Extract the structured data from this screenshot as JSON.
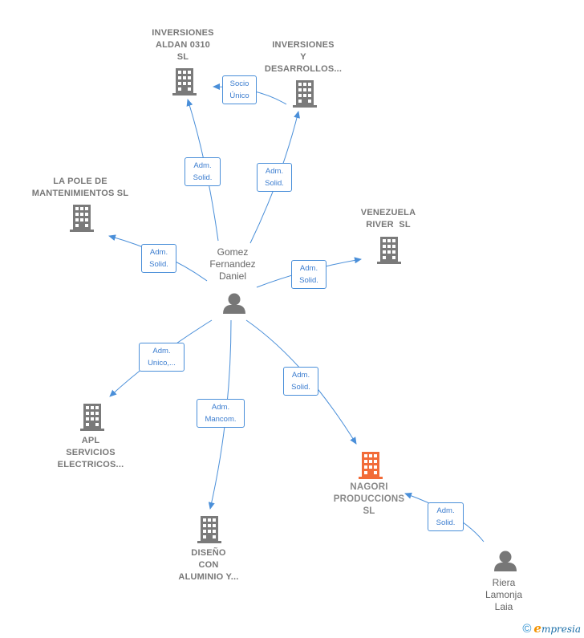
{
  "colors": {
    "edge": "#4a8fd9",
    "building": "#7a7a7a",
    "building_highlight": "#f26b38",
    "person": "#777777"
  },
  "nodes": {
    "aldan": {
      "lines": [
        "INVERSIONES",
        "ALDAN 0310",
        "SL"
      ],
      "icon": "building-icon"
    },
    "desarrollos": {
      "lines": [
        "INVERSIONES",
        "Y",
        "DESARROLLOS..."
      ],
      "icon": "building-icon"
    },
    "la_pole": {
      "lines": [
        "LA POLE DE",
        "MANTENIMIENTOS SL"
      ],
      "icon": "building-icon"
    },
    "venezuela": {
      "lines": [
        "VENEZUELA",
        "RIVER  SL"
      ],
      "icon": "building-icon"
    },
    "apl": {
      "lines": [
        "APL",
        "SERVICIOS",
        "ELECTRICOS..."
      ],
      "icon": "building-icon"
    },
    "diseno": {
      "lines": [
        "DISEÑO",
        "CON",
        "ALUMINIO Y..."
      ],
      "icon": "building-icon"
    },
    "nagori": {
      "lines": [
        "NAGORI",
        "PRODUCCIONS",
        "SL"
      ],
      "icon": "building-icon"
    }
  },
  "persons": {
    "gomez": {
      "lines": [
        "Gomez",
        "Fernandez",
        "Daniel"
      ],
      "icon": "person-icon"
    },
    "riera": {
      "lines": [
        "Riera",
        "Lamonja",
        "Laia"
      ],
      "icon": "person-icon"
    }
  },
  "edges": {
    "socio_unico": {
      "lines": [
        "Socio",
        "Único"
      ]
    },
    "gomez_aldan": {
      "lines": [
        "Adm.",
        "Solid."
      ]
    },
    "gomez_desarrollos": {
      "lines": [
        "Adm.",
        "Solid."
      ]
    },
    "gomez_lapole": {
      "lines": [
        "Adm.",
        "Solid."
      ]
    },
    "gomez_venezuela": {
      "lines": [
        "Adm.",
        "Solid."
      ]
    },
    "gomez_apl": {
      "lines": [
        "Adm.",
        "Unico,..."
      ]
    },
    "gomez_diseno": {
      "lines": [
        "Adm.",
        "Mancom."
      ]
    },
    "gomez_nagori": {
      "lines": [
        "Adm.",
        "Solid."
      ]
    },
    "riera_nagori": {
      "lines": [
        "Adm.",
        "Solid."
      ]
    }
  },
  "footer": {
    "symbol": "©",
    "brand_first": "e",
    "brand_rest": "mpresia"
  }
}
